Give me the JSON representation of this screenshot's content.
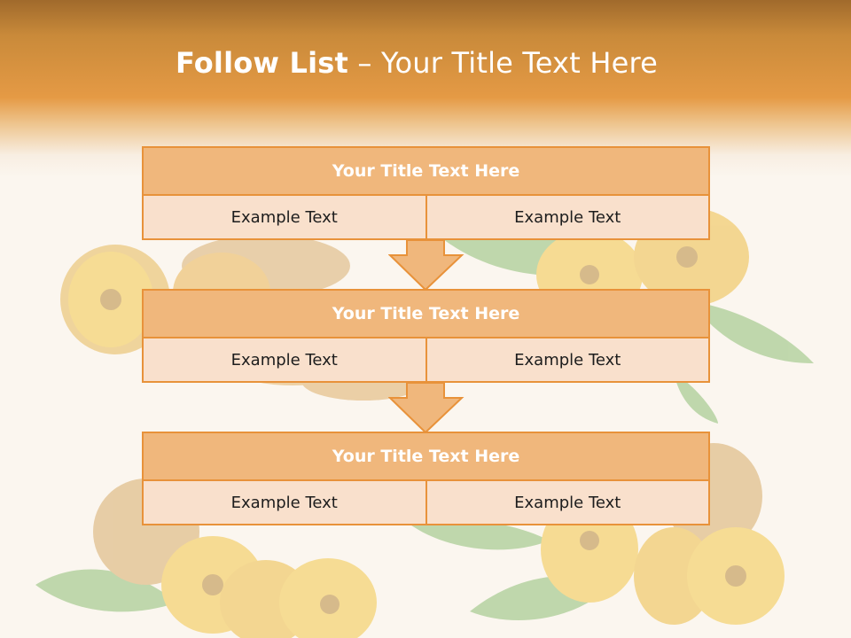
{
  "slide": {
    "title_bold": "Follow List",
    "title_rest": " – Your Title Text Here"
  },
  "steps": [
    {
      "title": "Your Title Text Here",
      "left": "Example Text",
      "right": "Example Text"
    },
    {
      "title": "Your Title Text Here",
      "left": "Example Text",
      "right": "Example Text"
    },
    {
      "title": "Your Title Text Here",
      "left": "Example Text",
      "right": "Example Text"
    }
  ],
  "colors": {
    "accent": "#e8923a",
    "title_fill": "#f0b77c",
    "cell_fill": "#f9e0cc"
  }
}
